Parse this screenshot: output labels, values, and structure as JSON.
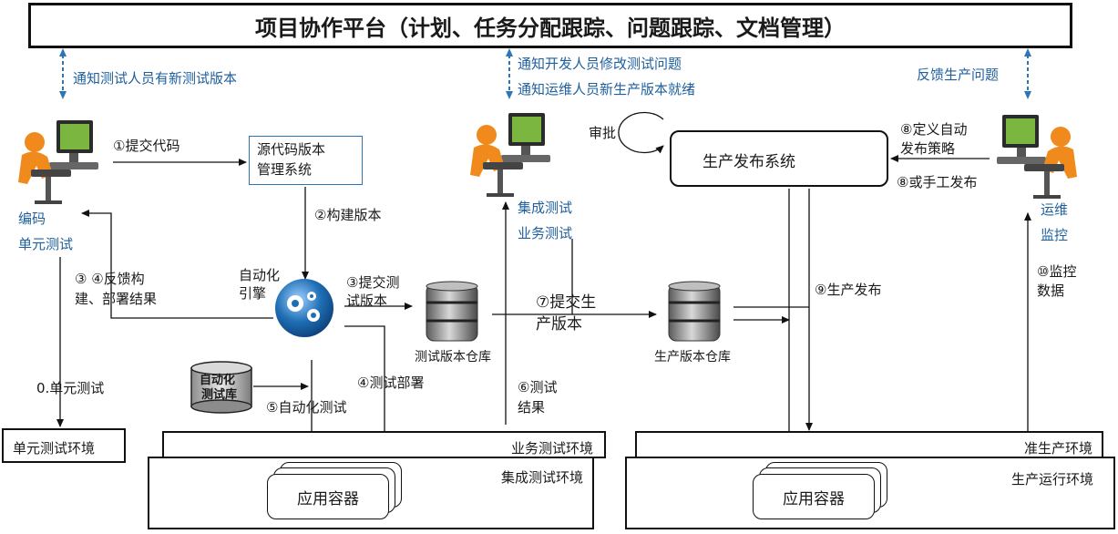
{
  "title": "项目协作平台（计划、任务分配跟踪、问题跟踪、文档管理）",
  "notes": {
    "notify_testers": "通知测试人员有新测试版本",
    "notify_devs": "通知开发人员修改测试问题",
    "notify_ops": "通知运维人员新生产版本就绪",
    "feedback_prod": "反馈生产问题"
  },
  "actors": {
    "developer": [
      "编码",
      "单元测试"
    ],
    "tester": [
      "集成测试",
      "业务测试"
    ],
    "ops": [
      "运维",
      "监控"
    ]
  },
  "nodes": {
    "scm": [
      "源代码版本",
      "管理系统"
    ],
    "engine": [
      "自动化",
      "引擎"
    ],
    "test_repo": "测试版本仓库",
    "prod_repo": "生产版本仓库",
    "auto_testlib": [
      "自动化",
      "测试库"
    ],
    "release_system": "生产发布系统",
    "approve": "审批"
  },
  "steps": {
    "s1": "①提交代码",
    "s2": "②构建版本",
    "s3": [
      "③提交测",
      "试版本"
    ],
    "s34": [
      "③ ④反馈构",
      "建、部署结果"
    ],
    "s4": "④测试部署",
    "s5": "⑤自动化测试",
    "s6": [
      "⑥测试",
      "结果"
    ],
    "s7": [
      "⑦提交生",
      "产版本"
    ],
    "s8a": [
      "⑧定义自动",
      "发布策略"
    ],
    "s8b": "⑧或手工发布",
    "s9": "⑨生产发布",
    "s10": [
      "⑩监控",
      "数据"
    ],
    "s0": "0.单元测试"
  },
  "environments": {
    "unit": "单元测试环境",
    "business": "业务测试环境",
    "integration": "集成测试环境",
    "preprod": "准生产环境",
    "prod": "生产运行环境",
    "container": "应用容器"
  },
  "colors": {
    "note_text": "#1f5f9e",
    "arrow_dashed": "#2e75b6",
    "gear_blue": "#1f6fb5",
    "person_orange": "#f08a1c",
    "monitor_green": "#7ab640",
    "box_border": "#2e75b6"
  }
}
